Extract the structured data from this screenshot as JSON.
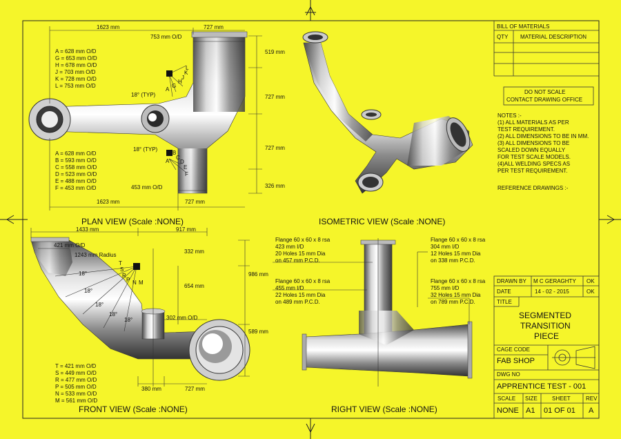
{
  "plan_view": {
    "title": "PLAN VIEW (Scale :NONE)",
    "dims_top": [
      "1623 mm",
      "727 mm"
    ],
    "dim_753": "753 mm O/D",
    "dims_right": [
      "519 mm",
      "727 mm",
      "727 mm",
      "326 mm"
    ],
    "dim_453": "453 mm O/D",
    "dims_bottom": [
      "1623 mm",
      "727 mm"
    ],
    "list_upper": [
      "A = 628 mm O/D",
      "G = 653 mm O/D",
      "H = 678 mm O/D",
      "J = 703 mm O/D",
      "K = 728 mm O/D",
      "L = 753 mm O/D"
    ],
    "list_lower": [
      "A = 628 mm O/D",
      "B = 593 mm O/D",
      "C = 558 mm O/D",
      "D = 523 mm O/D",
      "E = 488 mm O/D",
      "F = 453 mm O/D"
    ],
    "angle_upper": "18° (TYP)",
    "angle_lower": "18° (TYP)",
    "letters_upper": [
      "A",
      "G",
      "H",
      "J",
      "K",
      "L"
    ],
    "letters_lower": [
      "A",
      "B",
      "C",
      "D",
      "E",
      "F"
    ]
  },
  "isometric_view": {
    "title": "ISOMETRIC VIEW (Scale :NONE)"
  },
  "front_view": {
    "title": "FRONT VIEW (Scale :NONE)",
    "dims_top": [
      "1433 mm",
      "917 mm"
    ],
    "dim_421": "421 mm O/D",
    "radius": "1243 mm Radius",
    "dims_right": [
      "332 mm",
      "654 mm",
      "986 mm",
      "589 mm"
    ],
    "dim_302": "302 mm O/D",
    "angles": [
      "18°",
      "18°",
      "18°",
      "18°",
      "18°"
    ],
    "letters": [
      "T",
      "S",
      "R",
      "P",
      "N",
      "M"
    ],
    "list": [
      "T = 421 mm O/D",
      "S = 449 mm O/D",
      "R = 477 mm O/D",
      "P = 505 mm O/D",
      "N = 533 mm O/D",
      "M = 561 mm O/D"
    ],
    "dims_bottom": [
      "380 mm",
      "727 mm"
    ]
  },
  "right_view": {
    "title": "RIGHT VIEW (Scale :NONE)",
    "flange_1": [
      "Flange 60 x 60 x 8  rsa",
      "423 mm I/D",
      "20 Holes 15 mm Dia",
      "on 457 mm P.C.D."
    ],
    "flange_2": [
      "Flange 60 x 60 x 8  rsa",
      "455 mm I/D",
      "22 Holes 15 mm Dia",
      "on 489 mm P.C.D."
    ],
    "flange_3": [
      "Flange 60 x 60 x 8  rsa",
      "304 mm I/D",
      "12 Holes 15 mm Dia",
      "on 338 mm P.C.D."
    ],
    "flange_4": [
      "Flange 60 x 60 x 8  rsa",
      "755 mm I/D",
      "32 Holes 15 mm Dia",
      "on 789 mm P.C.D."
    ]
  },
  "title_block": {
    "bom_title": "BILL OF MATERIALS",
    "qty": "QTY",
    "material": "MATERIAL DESCRIPTION",
    "warning_1": "DO NOT SCALE",
    "warning_2": "CONTACT DRAWING OFFICE",
    "notes_title": "NOTES :-",
    "notes": [
      "(1) ALL MATERIALS AS PER",
      "     TEST REQUIREMENT.",
      "(2) ALL DIMENSIONS TO BE IN MM.",
      "(3) ALL DIMENSIONS TO BE",
      "     SCALED DOWN  EQUALLY",
      "     FOR  TEST SCALE MODELS.",
      "(4)ALL WELDING SPECS AS",
      "     PER TEST REQUIREMENT."
    ],
    "ref": "REFERENCE DRAWINGS :-",
    "drawn_by_label": "DRAWN BY",
    "drawn_by": "M C GERAGHTY",
    "ok1": "OK",
    "date_label": "DATE",
    "date": "14 - 02 - 2015",
    "ok2": "OK",
    "title_label": "TITLE",
    "title_1": "SEGMENTED",
    "title_2": "TRANSITION",
    "title_3": "PIECE",
    "cage_label": "CAGE CODE",
    "cage": "FAB SHOP",
    "dwg_label": "DWG NO",
    "dwg": "APPRENTICE TEST - 001",
    "scale_label": "SCALE",
    "size_label": "SIZE",
    "sheet_label": "SHEET",
    "rev_label": "REV",
    "scale": "NONE",
    "size": "A1",
    "sheet": "01 OF 01",
    "rev": "A"
  }
}
